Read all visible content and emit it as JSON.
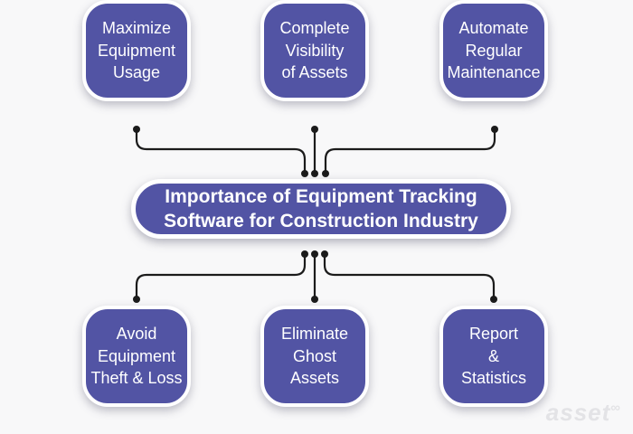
{
  "diagram": {
    "center": {
      "title": "Importance of Equipment Tracking\nSoftware for Construction Industry"
    },
    "top_boxes": [
      {
        "label": "Maximize\nEquipment\nUsage"
      },
      {
        "label": "Complete\nVisibility\nof Assets"
      },
      {
        "label": "Automate\nRegular\nMaintenance"
      }
    ],
    "bottom_boxes": [
      {
        "label": "Avoid\nEquipment\nTheft & Loss"
      },
      {
        "label": "Eliminate\nGhost\nAssets"
      },
      {
        "label": "Report\n&\nStatistics"
      }
    ]
  },
  "watermark": {
    "text": "asset",
    "symbol": "∞"
  },
  "colors": {
    "node_fill": "#5254a4",
    "node_border": "#ffffff",
    "node_text": "#ffffff",
    "connector": "#1b1b1b",
    "background": "#f8f8f9",
    "watermark": "#e3e3e6"
  }
}
